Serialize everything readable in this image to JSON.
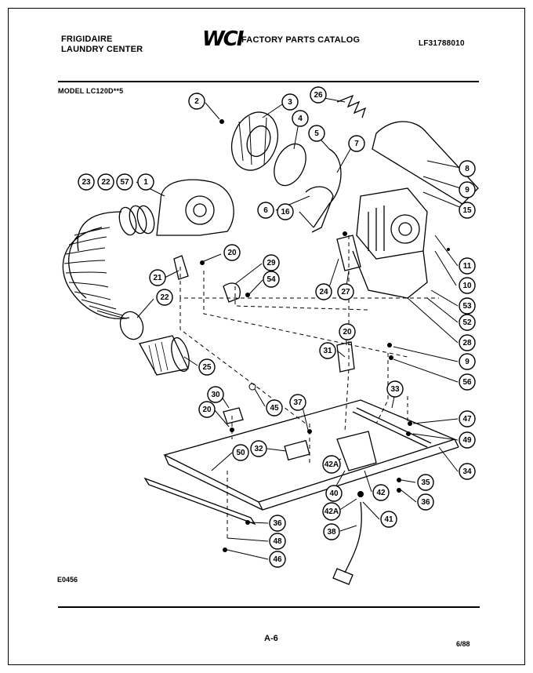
{
  "header": {
    "brand_line1": "FRIGIDAIRE",
    "brand_line2": "LAUNDRY CENTER",
    "logo": "WCI",
    "catalog_title": "FACTORY PARTS CATALOG",
    "part_number": "LF31788010"
  },
  "model_label": "MODEL LC120D**5",
  "diagram_code": "E0456",
  "page_number": "A-6",
  "date": "6/88",
  "callouts": [
    "2",
    "3",
    "26",
    "4",
    "5",
    "7",
    "8",
    "9",
    "15",
    "23",
    "22",
    "57",
    "1",
    "20",
    "29",
    "54",
    "21",
    "22",
    "6",
    "16",
    "11",
    "10",
    "53",
    "52",
    "28",
    "24",
    "27",
    "20",
    "31",
    "9",
    "56",
    "25",
    "30",
    "20",
    "45",
    "37",
    "33",
    "47",
    "49",
    "50",
    "32",
    "42A",
    "40",
    "42",
    "35",
    "36",
    "34",
    "42A",
    "41",
    "38",
    "36",
    "48",
    "46"
  ]
}
